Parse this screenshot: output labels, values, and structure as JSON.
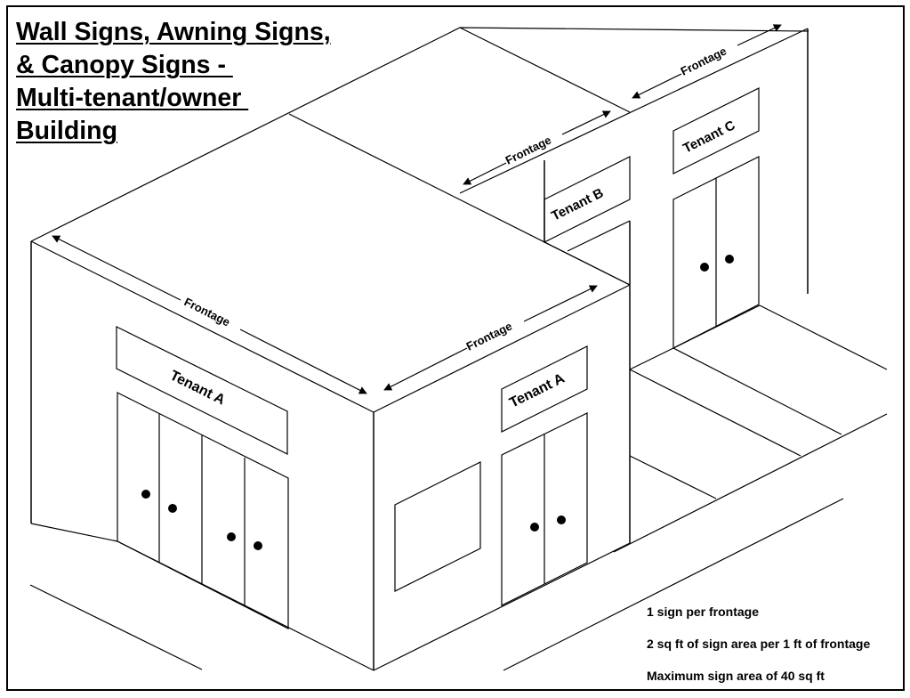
{
  "title": {
    "lines": [
      "Wall Signs, Awning Signs,",
      "& Canopy Signs - ",
      "Multi-tenant/owner ",
      "Building"
    ]
  },
  "labels": {
    "frontage": "Frontage",
    "tenant_a": "Tenant A",
    "tenant_b": "Tenant B",
    "tenant_c": "Tenant C"
  },
  "frontage_dimensions": [
    {
      "id": "tenant-a-left-frontage",
      "label": "Frontage"
    },
    {
      "id": "tenant-a-right-frontage",
      "label": "Frontage"
    },
    {
      "id": "tenant-b-frontage",
      "label": "Frontage"
    },
    {
      "id": "tenant-c-frontage",
      "label": "Frontage"
    }
  ],
  "signs": [
    {
      "id": "sign-tenant-a-left",
      "label": "Tenant A"
    },
    {
      "id": "sign-tenant-a-right",
      "label": "Tenant A"
    },
    {
      "id": "sign-tenant-b",
      "label": "Tenant B"
    },
    {
      "id": "sign-tenant-c",
      "label": "Tenant C"
    }
  ],
  "notes": [
    "1 sign per frontage",
    "2 sq ft of sign area per 1 ft of frontage",
    "Maximum sign area of 40 sq ft"
  ],
  "colors": {
    "line": "#000000",
    "background": "#ffffff"
  }
}
